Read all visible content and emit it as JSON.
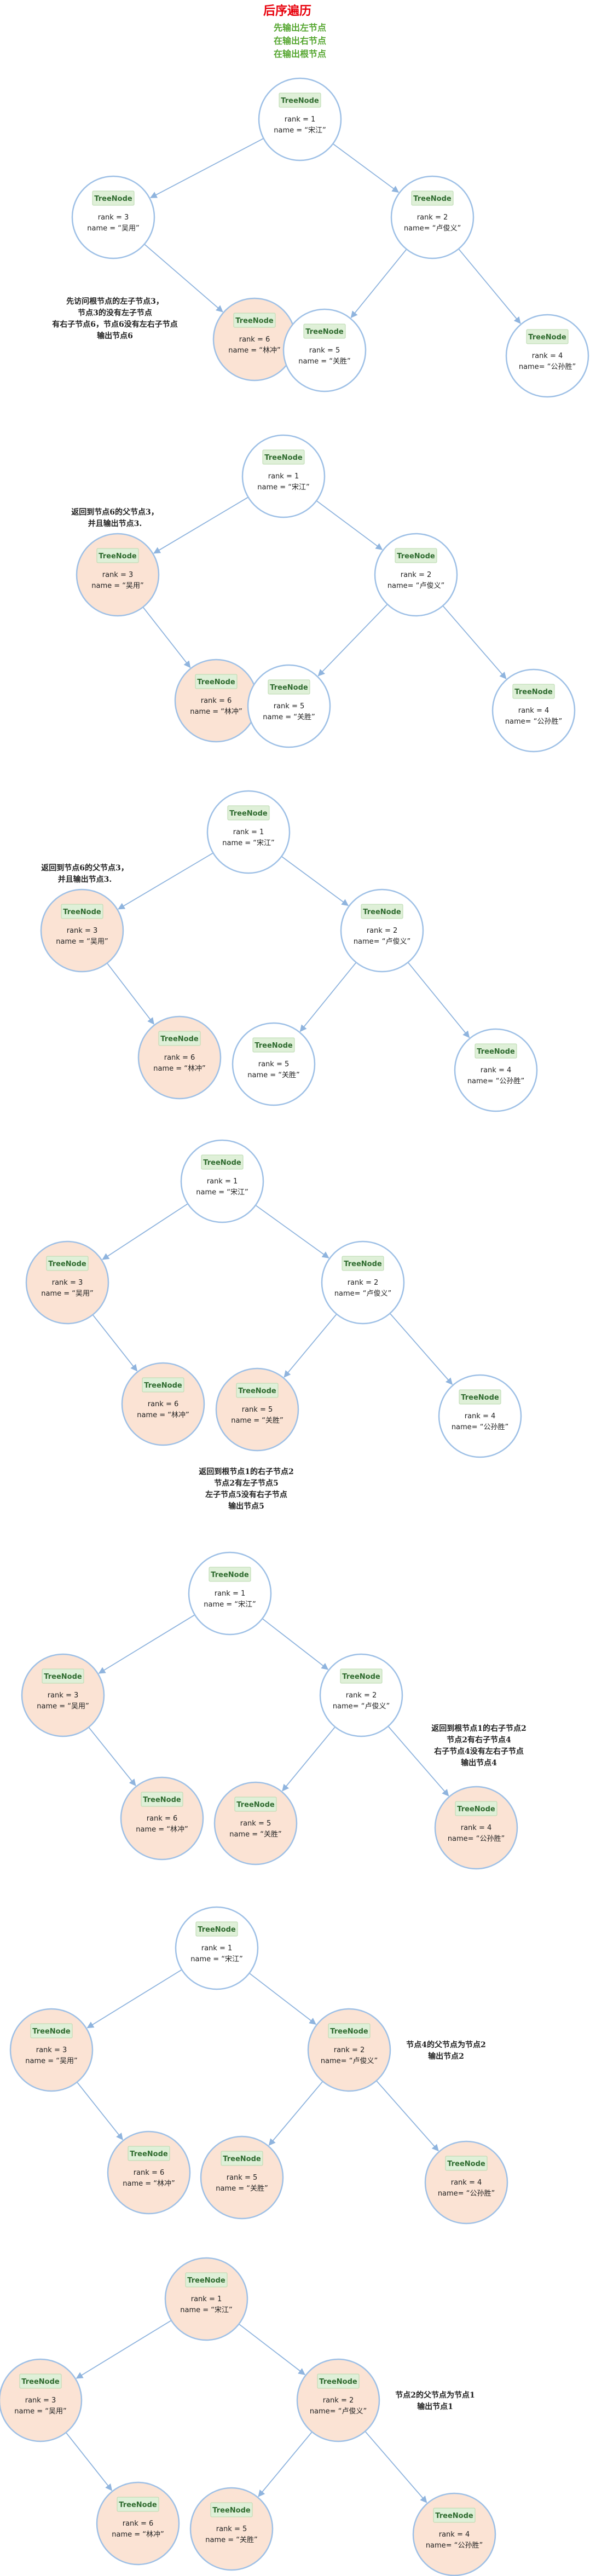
{
  "header": {
    "title": "后序遍历",
    "subtitles": [
      "先输出左节点",
      "在输出右节点",
      "在输出根节点"
    ]
  },
  "node_badge": "TreeNode",
  "colors": {
    "visited_fill": "#fbe3d4",
    "unvisited_fill": "#ffffff",
    "node_stroke": "#9ec0e6",
    "edge": "#8fb4de",
    "title": "#e8000b",
    "subtitle": "#55a630",
    "badge_fill": "#dff0d8"
  },
  "tree": {
    "nodes": [
      {
        "id": "n1",
        "rank": "rank = 1",
        "name": "name = “宋江”"
      },
      {
        "id": "n3",
        "rank": "rank = 3",
        "name": "name = “吴用”"
      },
      {
        "id": "n2",
        "rank": "rank = 2",
        "name": "name= “卢俊义”"
      },
      {
        "id": "n6",
        "rank": "rank = 6",
        "name": "name = “林冲”"
      },
      {
        "id": "n5",
        "rank": "rank = 5",
        "name": "name = “关胜”"
      },
      {
        "id": "n4",
        "rank": "rank = 4",
        "name": "name= “公孙胜”"
      }
    ],
    "edges": [
      [
        "n1",
        "n3"
      ],
      [
        "n1",
        "n2"
      ],
      [
        "n3",
        "n6"
      ],
      [
        "n2",
        "n5"
      ],
      [
        "n2",
        "n4"
      ]
    ]
  },
  "steps": [
    {
      "visited": [
        "n6"
      ],
      "note": [
        "先访问根节点的左子节点3，",
        "节点3的没有左子节点",
        "有右子节点6，节点6没有左右子节点",
        "输出节点6"
      ]
    },
    {
      "visited": [
        "n6",
        "n3"
      ],
      "note": [
        "返回到节点6的父节点3，",
        "并且输出节点3."
      ]
    },
    {
      "visited": [
        "n6",
        "n3"
      ],
      "note": [
        "返回到节点6的父节点3，",
        "并且输出节点3."
      ]
    },
    {
      "visited": [
        "n6",
        "n3",
        "n5"
      ],
      "note": [
        "返回到根节点1的右子节点2",
        "节点2有左子节点5",
        "左子节点5没有右子节点",
        "输出节点5"
      ]
    },
    {
      "visited": [
        "n6",
        "n3",
        "n5",
        "n4"
      ],
      "note": [
        "返回到根节点1的右子节点2",
        "节点2有右子节点4",
        "右子节点4没有左右子节点",
        "输出节点4"
      ]
    },
    {
      "visited": [
        "n6",
        "n3",
        "n5",
        "n4",
        "n2"
      ],
      "note": [
        "节点4的父节点为节点2",
        "输出节点2"
      ]
    },
    {
      "visited": [
        "n6",
        "n3",
        "n5",
        "n4",
        "n2",
        "n1"
      ],
      "note": [
        "节点2的父节点为节点1",
        "输出节点1"
      ]
    }
  ]
}
